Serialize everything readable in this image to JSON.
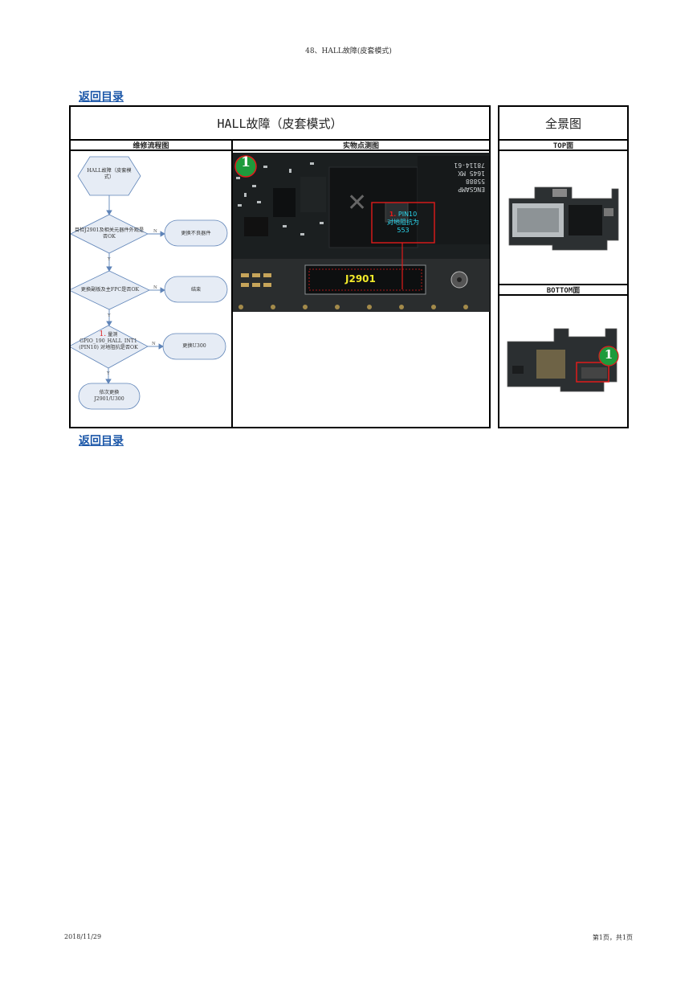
{
  "header": {
    "title": "48、HALL故障(皮套模式)"
  },
  "nav": {
    "back_label": "返回目录"
  },
  "main": {
    "title": "HALL故障（皮套模式）",
    "flow_heading": "维修流程图",
    "photo_heading": "实物点测图"
  },
  "panorama": {
    "title": "全景图",
    "top_label": "TOP面",
    "bottom_label": "BOTTOM面",
    "marker": "1"
  },
  "flowchart": {
    "start": "HALL故障（皮套模式）",
    "step1": "目检J2901及相关元器件外观是否OK",
    "step1_action": "更换不良器件",
    "step2": "更换副板及主FPC是否OK",
    "step2_action": "结束",
    "step3_num": "1.",
    "step3_word": "量测",
    "step3_rest": "GPIO_190_HALL_INT1 (PIN10) 对地阻抗是否OK",
    "step3_action": "更换U300",
    "end": "依次更换 J2901/U300",
    "label_n": "N",
    "label_y": "Y"
  },
  "photo": {
    "marker": "1",
    "pin_num": "1.",
    "pin_label": "PIN10",
    "pin_desc": "对地阻抗为",
    "pin_value": "553",
    "connector": "J2901",
    "chip_lines": [
      "ENGSAMP",
      "55888",
      "1645 MX",
      "78114-61"
    ]
  },
  "footer": {
    "date": "2018/11/29",
    "page": "第1页，共1页"
  },
  "colors": {
    "link": "#1a56a8",
    "marker": "#1e9b3c",
    "highlight": "#e01b1b",
    "flow_fill": "#e6ecf5",
    "flow_stroke": "#5f84b8"
  }
}
